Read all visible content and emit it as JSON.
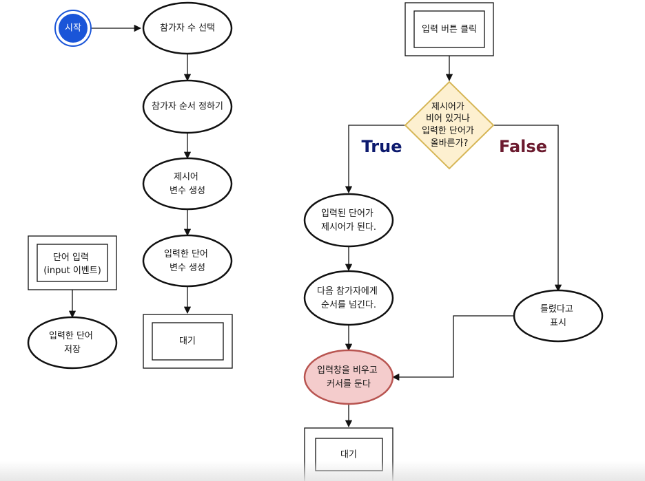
{
  "colors": {
    "start_fill": "#1a55d8",
    "start_ring": "#1a55d8",
    "decision_fill": "#fdf0d0",
    "decision_stroke": "#d6b656",
    "highlight_fill": "#f4cccc",
    "highlight_stroke": "#b85450",
    "true_color": "#0d1a6e",
    "false_color": "#6b1a2e",
    "line": "#111111"
  },
  "left_flow": {
    "start": "시작",
    "select_count": "참가자 수 선택",
    "order": "참가자 순서 정하기",
    "prompt_var": [
      "제시어",
      "변수 생성"
    ],
    "input_var": [
      "입력한 단어",
      "변수 생성"
    ],
    "wait": "대기"
  },
  "word_flow": {
    "input_event": [
      "단어 입력",
      "(input 이벤트)"
    ],
    "save": [
      "입력한 단어",
      "저장"
    ]
  },
  "right_flow": {
    "click": "입력 버튼 클릭",
    "decision": [
      "제시어가",
      "비어 있거나",
      "입력한 단어가",
      "올바른가?"
    ],
    "true_label": "True",
    "false_label": "False",
    "becomes_prompt": [
      "입력된 단어가",
      "제시어가 된다."
    ],
    "next_turn": [
      "다음 참가자에게",
      "순서를 넘긴다."
    ],
    "wrong": [
      "틀렸다고",
      "표시"
    ],
    "clear": [
      "입력창을 비우고",
      "커서를 둔다"
    ],
    "wait": "대기"
  }
}
